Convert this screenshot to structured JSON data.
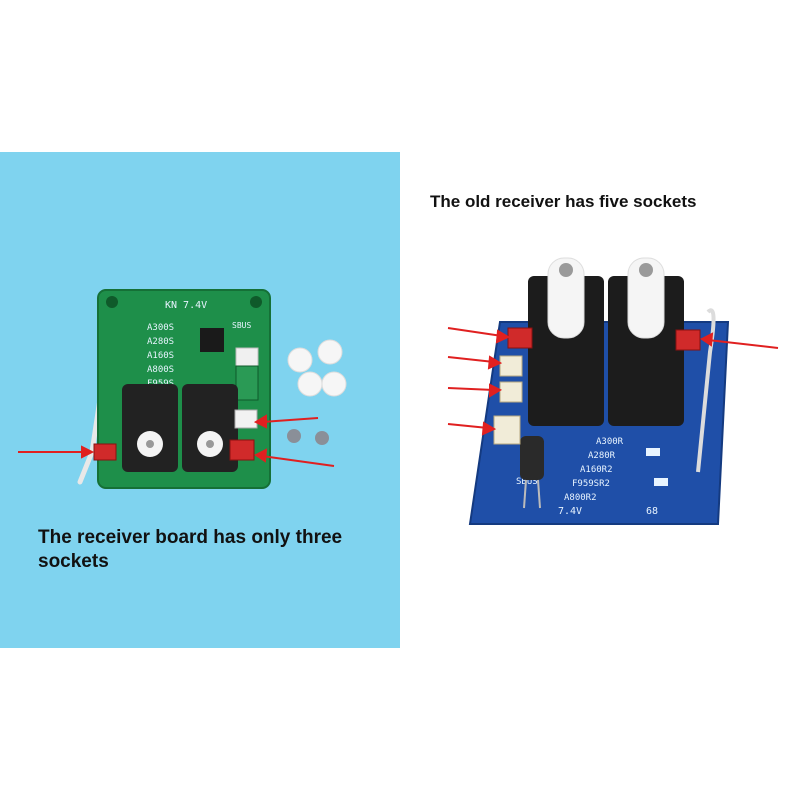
{
  "left_panel": {
    "caption": "The receiver board has only three sockets",
    "board_label": "KN 7.4V",
    "sbus_label": "SBUS",
    "models": [
      "A300S",
      "A280S",
      "A160S",
      "A800S",
      "F959S"
    ],
    "colors": {
      "background": "#7fd3ef",
      "pcb": "#1e8f4a",
      "arrow": "#e02020",
      "socket": "#d02a2a"
    }
  },
  "right_panel": {
    "caption": "The old receiver has five sockets",
    "voltage_label": "7.4V",
    "sbus_label": "SBUS",
    "board_code": "68",
    "models": [
      "A300R",
      "A280R",
      "A160R2",
      "F959SR2",
      "A800R2"
    ],
    "colors": {
      "background": "#ffffff",
      "pcb": "#1f4fa8",
      "arrow": "#e02020",
      "socket": "#d02a2a"
    }
  }
}
